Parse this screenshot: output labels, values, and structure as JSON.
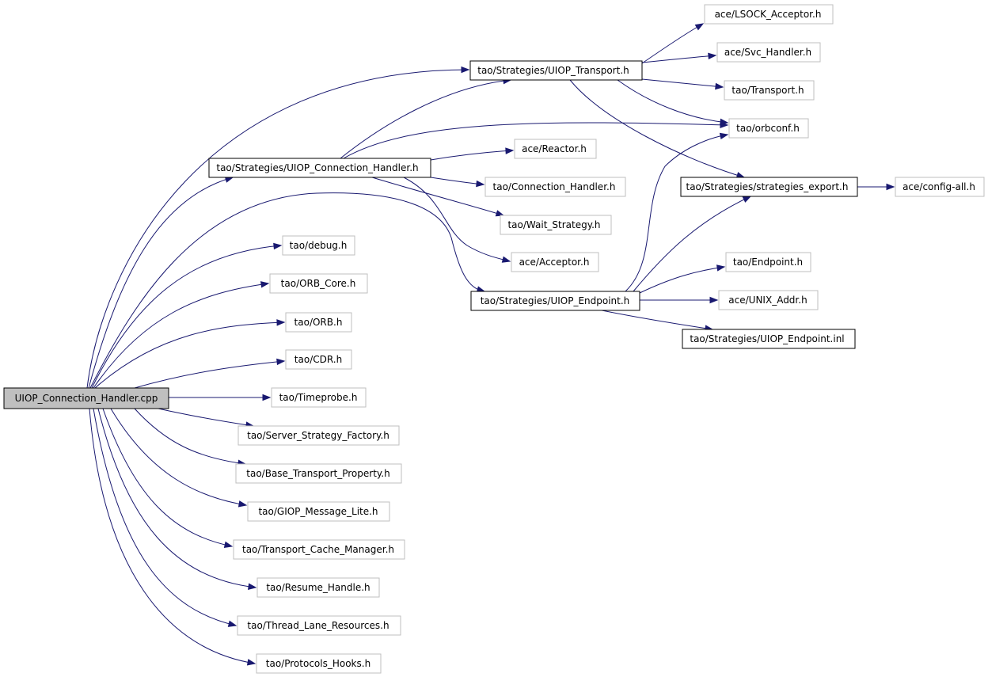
{
  "diagram": {
    "type": "include-dependency-graph",
    "colors": {
      "edge": "#191970",
      "root_fill": "#bfbfbf",
      "primary_border": "#000000",
      "leaf_border": "#bfbfbf"
    },
    "nodes": {
      "root": "UIOP_Connection_Handler.cpp",
      "uiop_transport": "tao/Strategies/UIOP_Transport.h",
      "uiop_conn_handler_h": "tao/Strategies/UIOP_Connection_Handler.h",
      "uiop_endpoint": "tao/Strategies/UIOP_Endpoint.h",
      "strategies_export": "tao/Strategies/strategies_export.h",
      "uiop_endpoint_inl": "tao/Strategies/UIOP_Endpoint.inl",
      "lsock_acceptor": "ace/LSOCK_Acceptor.h",
      "svc_handler": "ace/Svc_Handler.h",
      "transport": "tao/Transport.h",
      "orbconf": "tao/orbconf.h",
      "reactor": "ace/Reactor.h",
      "connection_handler": "tao/Connection_Handler.h",
      "wait_strategy": "tao/Wait_Strategy.h",
      "acceptor": "ace/Acceptor.h",
      "config_all": "ace/config-all.h",
      "endpoint": "tao/Endpoint.h",
      "unix_addr": "ace/UNIX_Addr.h",
      "debug": "tao/debug.h",
      "orb_core": "tao/ORB_Core.h",
      "orb": "tao/ORB.h",
      "cdr": "tao/CDR.h",
      "timeprobe": "tao/Timeprobe.h",
      "server_strategy_factory": "tao/Server_Strategy_Factory.h",
      "base_transport_property": "tao/Base_Transport_Property.h",
      "giop_message_lite": "tao/GIOP_Message_Lite.h",
      "transport_cache_manager": "tao/Transport_Cache_Manager.h",
      "resume_handle": "tao/Resume_Handle.h",
      "thread_lane_resources": "tao/Thread_Lane_Resources.h",
      "protocols_hooks": "tao/Protocols_Hooks.h"
    },
    "edges": [
      [
        "root",
        "uiop_transport"
      ],
      [
        "root",
        "uiop_conn_handler_h"
      ],
      [
        "root",
        "uiop_endpoint"
      ],
      [
        "root",
        "debug"
      ],
      [
        "root",
        "orb_core"
      ],
      [
        "root",
        "orb"
      ],
      [
        "root",
        "cdr"
      ],
      [
        "root",
        "timeprobe"
      ],
      [
        "root",
        "server_strategy_factory"
      ],
      [
        "root",
        "base_transport_property"
      ],
      [
        "root",
        "giop_message_lite"
      ],
      [
        "root",
        "transport_cache_manager"
      ],
      [
        "root",
        "resume_handle"
      ],
      [
        "root",
        "thread_lane_resources"
      ],
      [
        "root",
        "protocols_hooks"
      ],
      [
        "uiop_transport",
        "lsock_acceptor"
      ],
      [
        "uiop_transport",
        "svc_handler"
      ],
      [
        "uiop_transport",
        "transport"
      ],
      [
        "uiop_transport",
        "orbconf"
      ],
      [
        "uiop_transport",
        "strategies_export"
      ],
      [
        "uiop_conn_handler_h",
        "uiop_transport"
      ],
      [
        "uiop_conn_handler_h",
        "orbconf"
      ],
      [
        "uiop_conn_handler_h",
        "reactor"
      ],
      [
        "uiop_conn_handler_h",
        "connection_handler"
      ],
      [
        "uiop_conn_handler_h",
        "wait_strategy"
      ],
      [
        "uiop_conn_handler_h",
        "acceptor"
      ],
      [
        "uiop_endpoint",
        "orbconf"
      ],
      [
        "uiop_endpoint",
        "strategies_export"
      ],
      [
        "uiop_endpoint",
        "endpoint"
      ],
      [
        "uiop_endpoint",
        "unix_addr"
      ],
      [
        "uiop_endpoint",
        "uiop_endpoint_inl"
      ],
      [
        "strategies_export",
        "config_all"
      ]
    ]
  }
}
